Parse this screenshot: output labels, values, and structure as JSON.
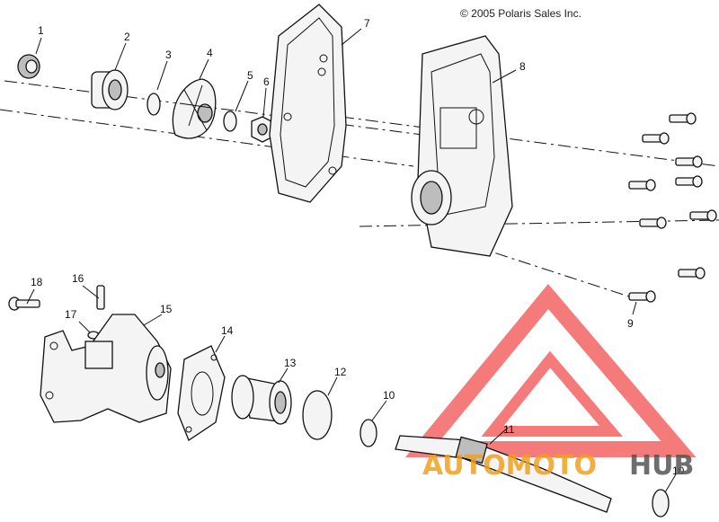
{
  "copyright": "© 2005 Polaris Sales Inc.",
  "watermark": {
    "word_a": "AUTOMOTO",
    "word_b": "HUB",
    "color_a": "#f0a020",
    "color_b": "#555555",
    "logo_color": "#f25050"
  },
  "callouts": [
    "1",
    "2",
    "3",
    "4",
    "5",
    "6",
    "7",
    "8",
    "9",
    "18",
    "16",
    "17",
    "15",
    "14",
    "13",
    "12",
    "10",
    "11",
    "10"
  ]
}
